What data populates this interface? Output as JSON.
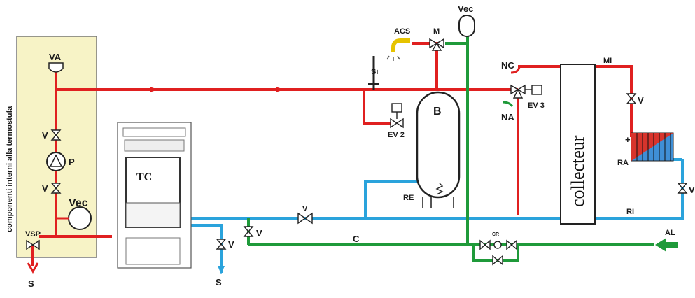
{
  "panel_label": "componenti interni alla termostufa",
  "labels": {
    "va": "VA",
    "v": "V",
    "p": "P",
    "vec": "Vec",
    "vsp": "VSP",
    "s": "S",
    "tc": "TC",
    "c": "C",
    "si": "Si",
    "acs": "ACS",
    "m": "M",
    "b": "B",
    "ev2": "EV 2",
    "ev3": "EV 3",
    "re": "RE",
    "nc": "NC",
    "na": "NA",
    "collector": "collecteur",
    "mi": "MI",
    "ri": "RI",
    "ra": "RA",
    "al": "AL",
    "cr": "CR",
    "plus": "+"
  },
  "colors": {
    "hot": "#e02020",
    "return": "#2aa3dc",
    "cold": "#1f9a3a",
    "panel": "#f7f3c6",
    "radiator_hot": "#d8342c",
    "radiator_cold": "#3f8fd6"
  }
}
